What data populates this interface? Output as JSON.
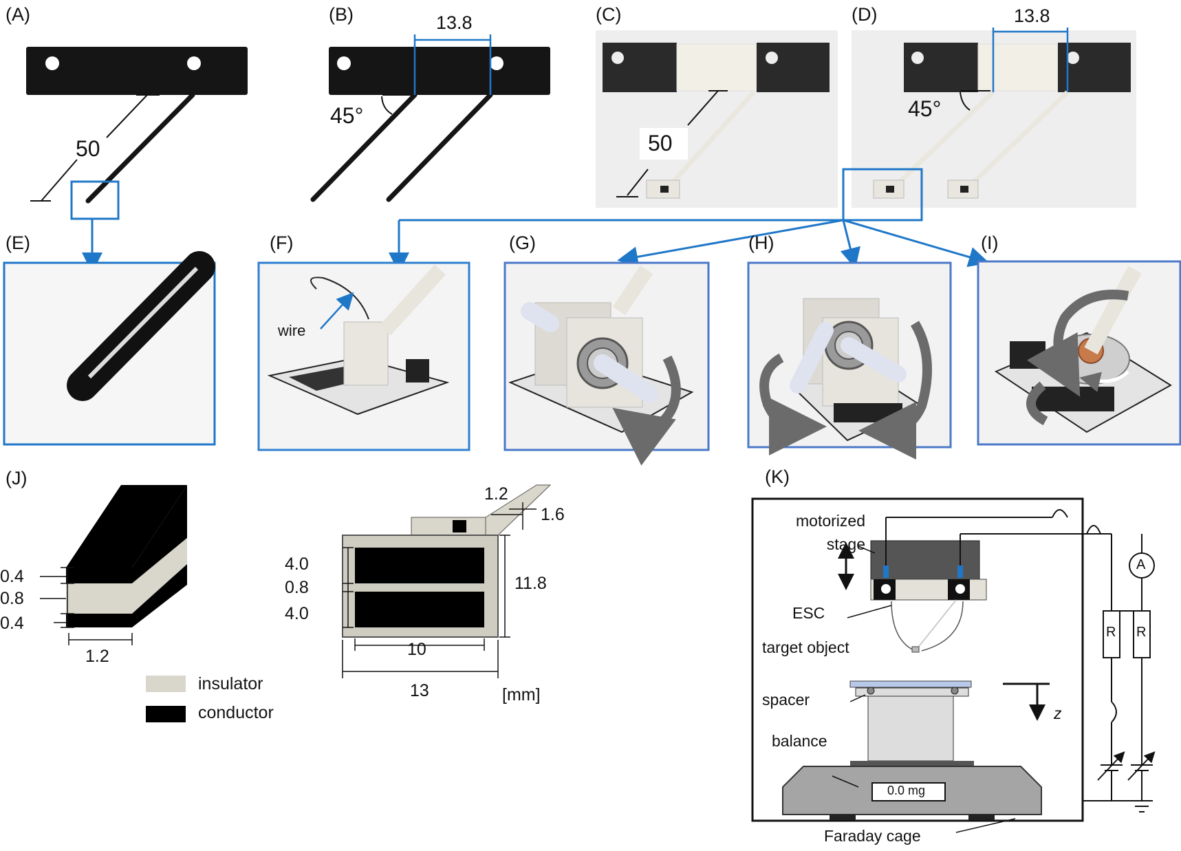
{
  "panels": {
    "A": {
      "label": "(A)",
      "dim_length": "50"
    },
    "B": {
      "label": "(B)",
      "dim_gap": "13.8",
      "angle": "45°"
    },
    "C": {
      "label": "(C)",
      "dim_length": "50"
    },
    "D": {
      "label": "(D)",
      "dim_gap": "13.8",
      "angle": "45°"
    },
    "E": {
      "label": "(E)"
    },
    "F": {
      "label": "(F)",
      "wire_label": "wire"
    },
    "G": {
      "label": "(G)"
    },
    "H": {
      "label": "(H)"
    },
    "I": {
      "label": "(I)"
    },
    "J": {
      "label": "(J)",
      "cross_section": {
        "top": "0.4",
        "middle": "0.8",
        "bottom": "0.4",
        "width": "1.2"
      },
      "pad": {
        "top_w": "1.2",
        "top_h": "1.6",
        "upper": "4.0",
        "gap": "0.8",
        "lower": "4.0",
        "height": "11.8",
        "inner_w": "10",
        "outer_w": "13",
        "unit": "[mm]"
      },
      "legend": [
        {
          "name": "insulator",
          "color": "#d9d7cb"
        },
        {
          "name": "conductor",
          "color": "#000000"
        }
      ]
    },
    "K": {
      "label": "(K)",
      "motorized_stage": "motorized\nstage",
      "esc": "ESC",
      "target_object": "target object",
      "spacer": "spacer",
      "balance": "balance",
      "balance_readout": "0.0 mg",
      "faraday_cage": "Faraday cage",
      "ammeter": "A",
      "resistor": "R",
      "z_axis": "z"
    }
  },
  "colors": {
    "accent": "#1f77c8",
    "frame": "#2f7fd0",
    "frame_alt": "#4a78c8",
    "arrow_gray": "#6b6b6b"
  }
}
